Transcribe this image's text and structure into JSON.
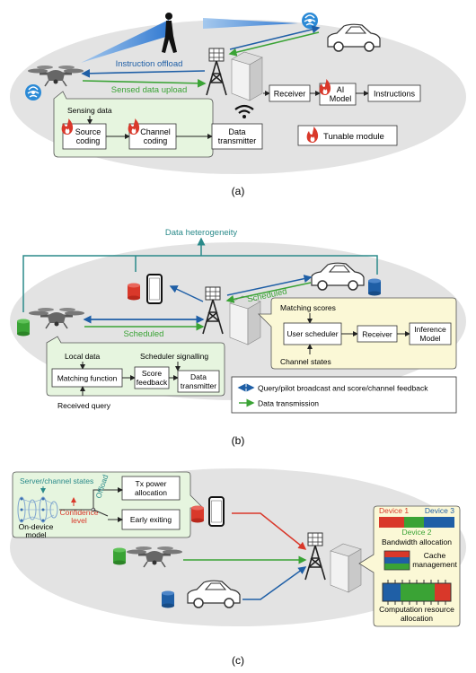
{
  "panel_a": {
    "caption": "(a)",
    "instruction_offload": "Instruction offload",
    "sensed_data_upload": "Sensed data upload",
    "receiver": "Receiver",
    "ai_model": [
      "AI",
      "Model"
    ],
    "instructions": "Instructions",
    "sensing_data": "Sensing data",
    "source_coding": [
      "Source",
      "coding"
    ],
    "channel_coding": [
      "Channel",
      "coding"
    ],
    "data_transmitter": [
      "Data",
      "transmitter"
    ],
    "tunable_module": "Tunable module"
  },
  "panel_b": {
    "caption": "(b)",
    "data_heterogeneity": "Data heterogeneity",
    "scheduled_left": "Scheduled",
    "scheduled_right": "Scheduled",
    "matching_scores": "Matching scores",
    "user_scheduler": "User scheduler",
    "receiver": "Receiver",
    "inference_model": [
      "Inference",
      "Model"
    ],
    "channel_states": "Channel states",
    "local_data": "Local data",
    "scheduler_signalling": "Scheduler signalling",
    "matching_function": "Matching function",
    "score_feedback": [
      "Score",
      "feedback"
    ],
    "data_transmitter": [
      "Data",
      "transmitter"
    ],
    "received_query": "Received query",
    "legend_query": "Query/pilot broadcast and score/channel feedback",
    "legend_data": "Data transmission"
  },
  "panel_c": {
    "caption": "(c)",
    "server_channel_states": "Server/channel states",
    "offload": "Offload",
    "tx_power": [
      "Tx power",
      "allocation"
    ],
    "confidence": [
      "Confidence",
      "level"
    ],
    "on_device": [
      "On-device",
      "model"
    ],
    "early_exiting": "Early exiting",
    "device1": "Device 1",
    "device2": "Device 2",
    "device3": "Device 3",
    "bandwidth_allocation": "Bandwidth allocation",
    "cache_management": [
      "Cache",
      "management"
    ],
    "computation_resource": [
      "Computation resource",
      "allocation"
    ]
  },
  "colors": {
    "blue": "#1f5fa6",
    "green": "#3aa335",
    "teal": "#2a8a8a",
    "red": "#d9382a",
    "ellipse": "#e3e3e3",
    "green_box": "#e6f5df",
    "yellow_box": "#fbf8d6"
  }
}
